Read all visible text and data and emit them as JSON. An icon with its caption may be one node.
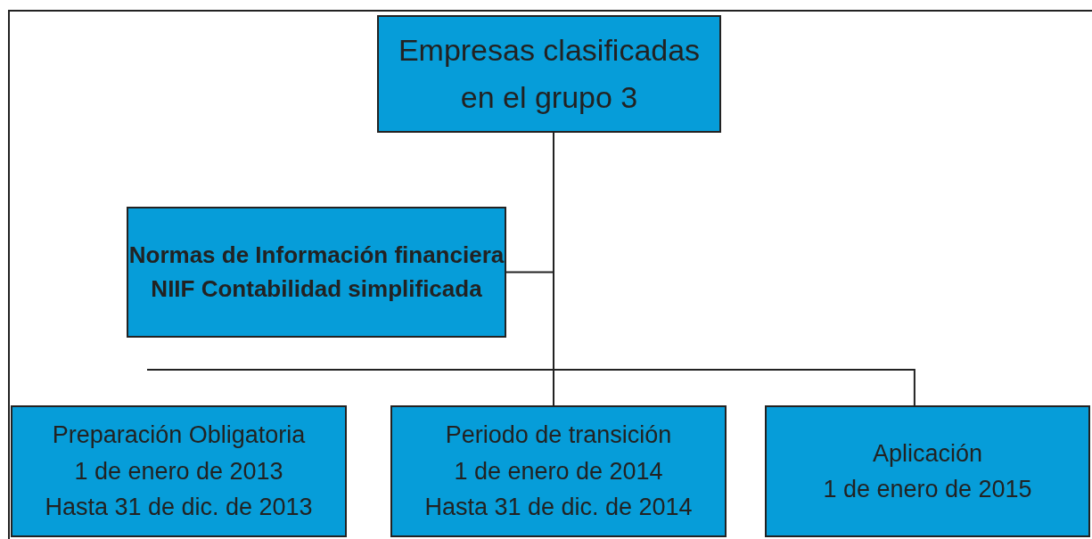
{
  "diagram": {
    "nodes": [
      {
        "text": [
          "Empresas clasificadas en el grupo 3"
        ]
      },
      {
        "text": [
          "Normas de Información financiera NIIF Contabilidad simplificada"
        ]
      },
      {
        "text": [
          "Preparación Obligatoria",
          "1 de enero de 2013",
          "Hasta 31 de dic. de 2013"
        ]
      },
      {
        "text": [
          "Periodo de transición",
          "1 de enero de 2014",
          "Hasta 31 de dic. de 2014"
        ]
      },
      {
        "text": [
          "Aplicación",
          "1 de enero de 2015"
        ]
      }
    ],
    "edges": [
      {
        "from": 0,
        "to": 1,
        "arrow": "none"
      },
      {
        "from": 0,
        "to": 3,
        "arrow": "none"
      },
      {
        "from": 0,
        "to": 4,
        "arrow": "none"
      }
    ]
  }
}
